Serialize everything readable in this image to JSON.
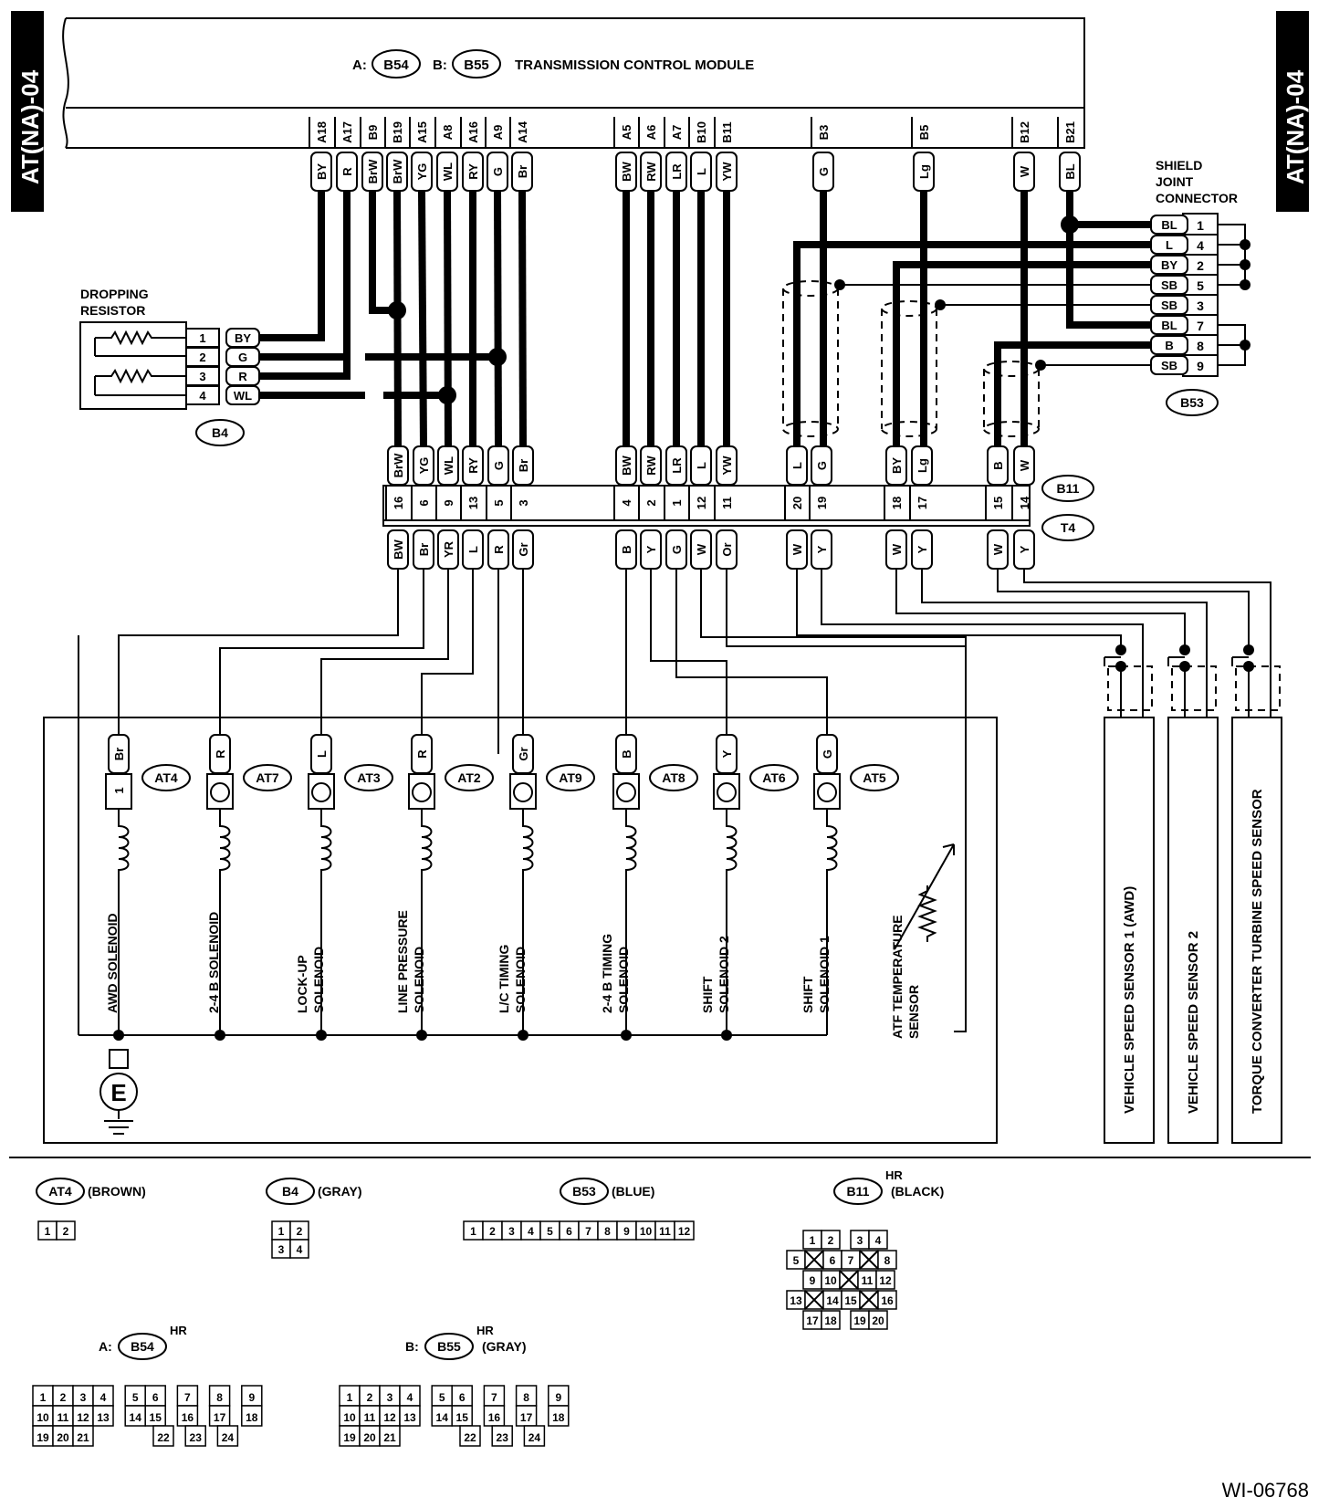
{
  "side_tab": "AT(NA)-04",
  "tcm": {
    "prefix_a": "A:",
    "conn_a": "B54",
    "prefix_b": "B:",
    "conn_b": "B55",
    "title": "TRANSMISSION CONTROL MODULE",
    "pins": [
      {
        "pin": "A18",
        "color": "BY"
      },
      {
        "pin": "A17",
        "color": "R"
      },
      {
        "pin": "B9",
        "color": "BrW"
      },
      {
        "pin": "B19",
        "color": "BrW"
      },
      {
        "pin": "A15",
        "color": "YG"
      },
      {
        "pin": "A8",
        "color": "WL"
      },
      {
        "pin": "A16",
        "color": "RY"
      },
      {
        "pin": "A9",
        "color": "G"
      },
      {
        "pin": "A14",
        "color": "Br"
      },
      {
        "pin": "A5",
        "color": "BW"
      },
      {
        "pin": "A6",
        "color": "RW"
      },
      {
        "pin": "A7",
        "color": "LR"
      },
      {
        "pin": "B10",
        "color": "L"
      },
      {
        "pin": "B11",
        "color": "YW"
      },
      {
        "pin": "B3",
        "color": "G"
      },
      {
        "pin": "B5",
        "color": "Lg"
      },
      {
        "pin": "B12",
        "color": "W"
      },
      {
        "pin": "B21",
        "color": "BL"
      }
    ]
  },
  "dropping_resistor": {
    "label": [
      "DROPPING",
      "RESISTOR"
    ],
    "conn": "B4",
    "pins": [
      {
        "pin": "1",
        "color": "BY"
      },
      {
        "pin": "2",
        "color": "G"
      },
      {
        "pin": "3",
        "color": "R"
      },
      {
        "pin": "4",
        "color": "WL"
      }
    ]
  },
  "shield_joint": {
    "label": [
      "SHIELD",
      "JOINT",
      "CONNECTOR"
    ],
    "conn": "B53",
    "pins": [
      {
        "color": "BL",
        "pin": "1"
      },
      {
        "color": "L",
        "pin": "4"
      },
      {
        "color": "BY",
        "pin": "2"
      },
      {
        "color": "SB",
        "pin": "5"
      },
      {
        "color": "SB",
        "pin": "3"
      },
      {
        "color": "BL",
        "pin": "7"
      },
      {
        "color": "B",
        "pin": "8"
      },
      {
        "color": "SB",
        "pin": "9"
      }
    ]
  },
  "joint": {
    "upper": "B11",
    "lower": "T4",
    "upper_colors": [
      "BrW",
      "YG",
      "WL",
      "RY",
      "G",
      "Br",
      "BW",
      "RW",
      "LR",
      "L",
      "YW",
      "L",
      "G",
      "BY",
      "Lg",
      "B",
      "W"
    ],
    "pins": [
      "16",
      "6",
      "9",
      "13",
      "5",
      "3",
      "4",
      "2",
      "1",
      "12",
      "11",
      "20",
      "19",
      "18",
      "17",
      "15",
      "14"
    ],
    "lower_colors": [
      "BW",
      "Br",
      "YR",
      "L",
      "R",
      "Gr",
      "B",
      "Y",
      "G",
      "W",
      "Or",
      "W",
      "Y",
      "W",
      "Y",
      "W",
      "Y"
    ]
  },
  "solenoids": [
    {
      "conn": "AT4",
      "color": "Br",
      "pin": "1",
      "label": [
        "AWD SOLENOID"
      ]
    },
    {
      "conn": "AT7",
      "color": "R",
      "label": [
        "2-4 B SOLENOID"
      ]
    },
    {
      "conn": "AT3",
      "color": "L",
      "label": [
        "LOCK-UP",
        "SOLENOID"
      ]
    },
    {
      "conn": "AT2",
      "color": "R",
      "label": [
        "LINE PRESSURE",
        "SOLENOID"
      ]
    },
    {
      "conn": "AT9",
      "color": "Gr",
      "label": [
        "L/C TIMING",
        "SOLENOID"
      ]
    },
    {
      "conn": "AT8",
      "color": "B",
      "label": [
        "2-4 B TIMING",
        "SOLENOID"
      ]
    },
    {
      "conn": "AT6",
      "color": "Y",
      "label": [
        "SHIFT",
        "SOLENOID 2"
      ]
    },
    {
      "conn": "AT5",
      "color": "G",
      "label": [
        "SHIFT",
        "SOLENOID 1"
      ]
    }
  ],
  "atf_sensor": [
    "ATF TEMPERATURE",
    "SENSOR"
  ],
  "ground": "E",
  "speed_sensors": [
    "VEHICLE SPEED SENSOR 1 (AWD)",
    "VEHICLE SPEED SENSOR 2",
    "TORQUE CONVERTER TURBINE SPEED SENSOR"
  ],
  "legend": {
    "at4": {
      "conn": "AT4",
      "color": "(BROWN)",
      "pins": [
        "1",
        "2"
      ]
    },
    "b4": {
      "conn": "B4",
      "color": "(GRAY)",
      "rows": [
        [
          "1",
          "2"
        ],
        [
          "3",
          "4"
        ]
      ]
    },
    "b53": {
      "conn": "B53",
      "color": "(BLUE)",
      "pins": [
        "1",
        "2",
        "3",
        "4",
        "5",
        "6",
        "7",
        "8",
        "9",
        "10",
        "11",
        "12"
      ]
    },
    "b11": {
      "conn": "B11",
      "color": "(BLACK)",
      "hr": "HR",
      "rows": [
        [
          "1",
          "2",
          "",
          "3",
          "4"
        ],
        [
          "5",
          "X",
          "6",
          "7",
          "X",
          "8"
        ],
        [
          "9",
          "10",
          "X",
          "11",
          "12"
        ],
        [
          "13",
          "X",
          "14",
          "15",
          "X",
          "16"
        ],
        [
          "17",
          "18",
          "",
          "19",
          "20"
        ]
      ]
    },
    "b54": {
      "prefix": "A:",
      "conn": "B54",
      "hr": "HR",
      "color": ""
    },
    "b55": {
      "prefix": "B:",
      "conn": "B55",
      "hr": "HR",
      "color": "(GRAY)"
    },
    "big_rows": [
      [
        "1",
        "2",
        "3",
        "4",
        "",
        "5",
        "6",
        "",
        "7",
        "",
        "8",
        "",
        "9"
      ],
      [
        "10",
        "11",
        "12",
        "13",
        "",
        "14",
        "15",
        "",
        "16",
        "",
        "17",
        "",
        "18"
      ],
      [
        "19",
        "20",
        "21",
        "",
        "",
        "",
        "",
        "",
        "22",
        "",
        "23",
        "",
        "24"
      ]
    ]
  },
  "figure_id": "WI-06768"
}
